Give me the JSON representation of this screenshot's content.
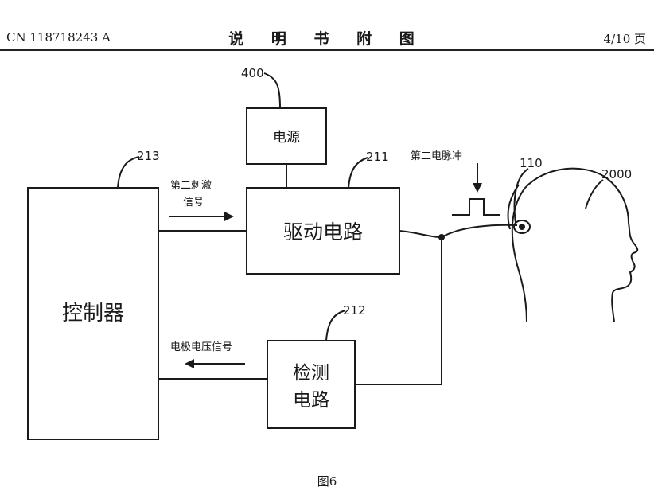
{
  "header": {
    "publication_number": "CN 118718243 A",
    "section_title": "说 明 书 附 图",
    "page": "4/10 页"
  },
  "figure": {
    "caption": "图6",
    "blocks": {
      "power_supply": {
        "ref": "400",
        "label": "电源"
      },
      "drive_circuit": {
        "ref": "211",
        "label": "驱动电路"
      },
      "controller": {
        "ref": "213",
        "label": "控制器"
      },
      "detection_circuit": {
        "ref": "212",
        "label_line1": "检测",
        "label_line2": "电路"
      },
      "electrode": {
        "ref": "110"
      },
      "head": {
        "ref": "2000"
      }
    },
    "signals": {
      "second_stimulus_line1": "第二刺激",
      "second_stimulus_line2": "信号",
      "second_pulse": "第二电脉冲",
      "electrode_voltage": "电极电压信号"
    }
  }
}
